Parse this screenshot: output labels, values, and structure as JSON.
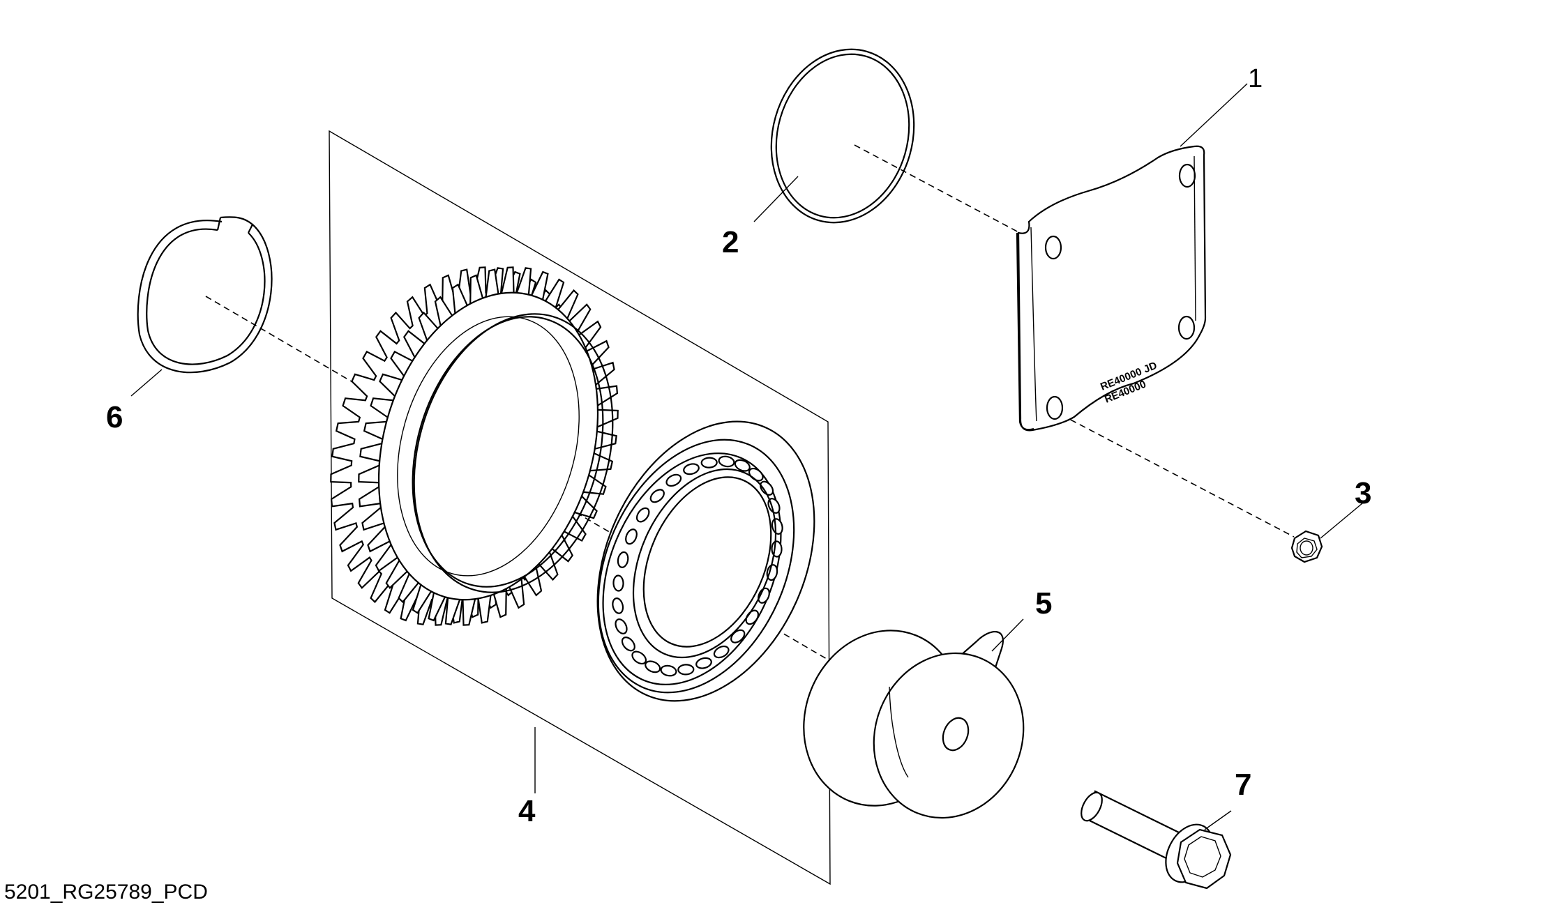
{
  "figure_id": "5201_RG25789_PCD",
  "callouts": [
    "1",
    "2",
    "3",
    "4",
    "5",
    "6",
    "7"
  ],
  "part_stamp": {
    "line1": "RE40000  JD",
    "line2": "RE40000"
  }
}
